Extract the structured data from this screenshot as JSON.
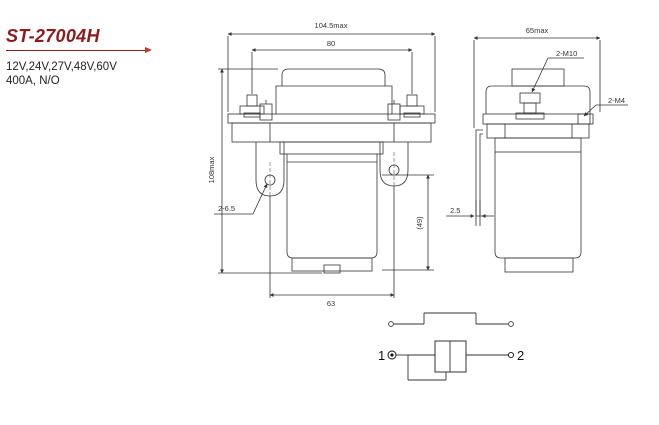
{
  "header": {
    "product_code": "ST-27004H",
    "voltages": "12V,24V,27V,48V,60V",
    "rating": "400A, N/O"
  },
  "front_view": {
    "overall_width": "104.5max",
    "bolt_spacing": "80",
    "overall_height": "108max",
    "mount_holes": "2-6.5",
    "body_height": "(49)",
    "body_width": "63"
  },
  "side_view": {
    "overall_depth": "65max",
    "main_studs": "2-M10",
    "coil_studs": "2-M4",
    "bracket_thickness": "2.5"
  },
  "schematic": {
    "terminal_1": "1",
    "terminal_2": "2"
  },
  "colors": {
    "brand": "#8a1c1c",
    "accent": "#c0392b",
    "line": "#333333"
  }
}
